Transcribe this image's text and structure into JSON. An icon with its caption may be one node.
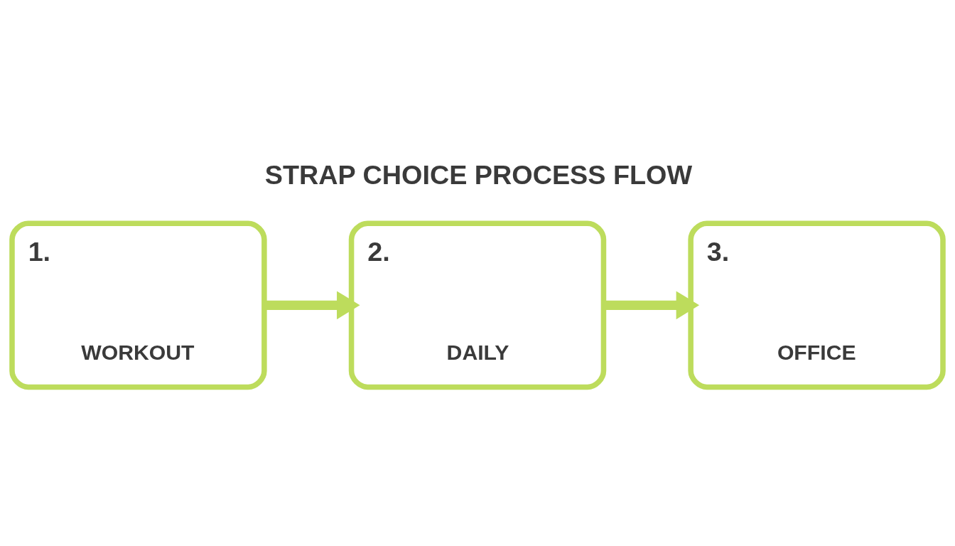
{
  "diagram": {
    "title": "STRAP CHOICE PROCESS FLOW",
    "nodes": [
      {
        "text": [
          "1.",
          "WORKOUT"
        ]
      },
      {
        "text": [
          "2.",
          "DAILY"
        ]
      },
      {
        "text": [
          "3.",
          "OFFICE"
        ]
      }
    ],
    "edges": [
      {
        "from": 0,
        "to": 1,
        "arrow": "to"
      },
      {
        "from": 1,
        "to": 2,
        "arrow": "to"
      }
    ]
  }
}
